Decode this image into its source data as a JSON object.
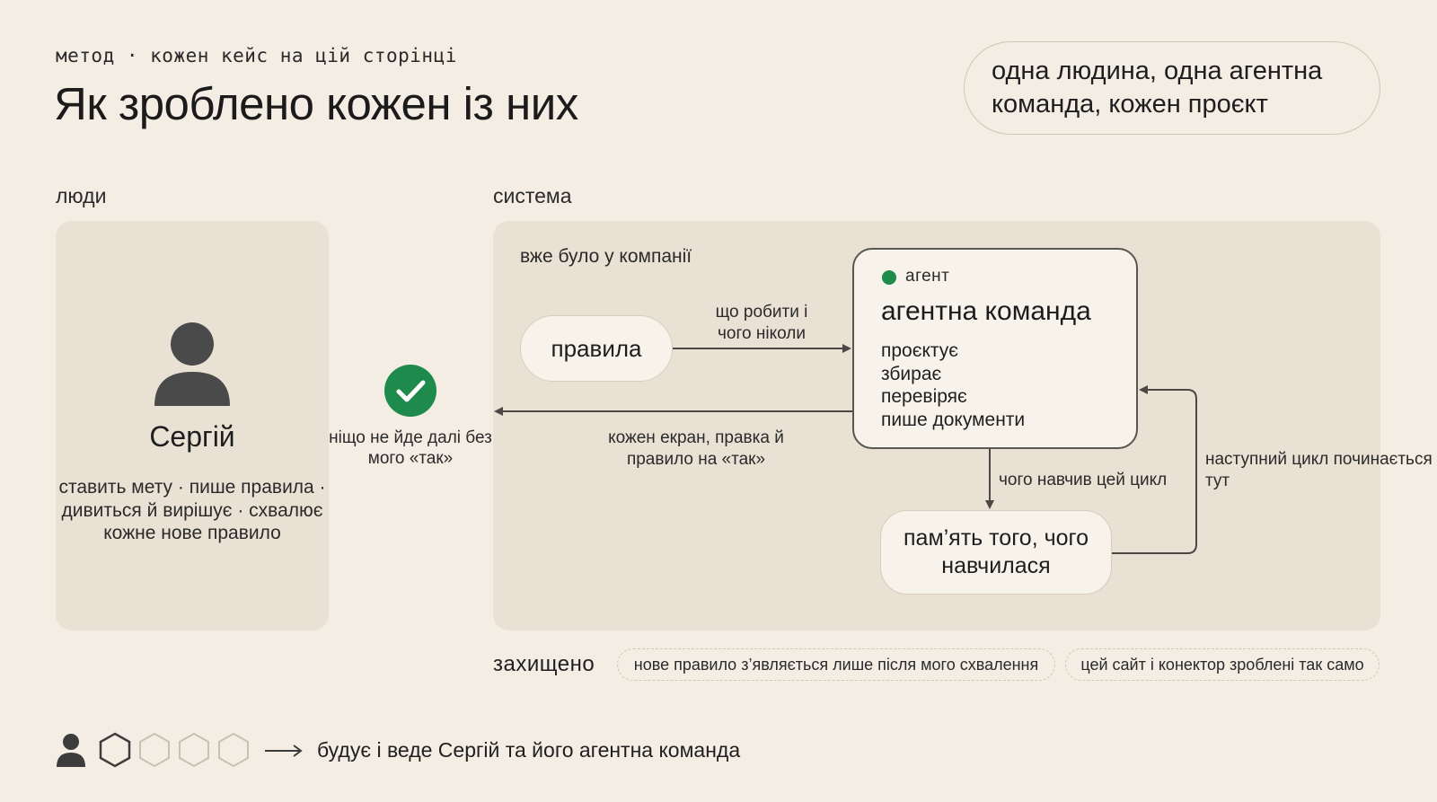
{
  "header": {
    "eyebrow": "метод · кожен кейс на цій сторінці",
    "title": "Як зроблено кожен із них",
    "tagline": "одна людина, одна агентна команда, кожен проєкт"
  },
  "people": {
    "section_label": "люди",
    "name": "Сергій",
    "description": "ставить мету · пише правила · дивиться й вирішує · схвалює кожне нове правило",
    "approval_label": "ніщо не йде далі без мого «так»",
    "accent_color": "#1e8a4c"
  },
  "system": {
    "section_label": "система",
    "already_label": "вже було у компанії",
    "rules_node": "правила",
    "edge_rules_to_agent": "що робити і чого ніколи",
    "edge_agent_to_people": "кожен екран, правка й правило на «так»",
    "agent": {
      "tag": "агент",
      "title": "агентна команда",
      "tasks": [
        "проєктує",
        "збирає",
        "перевіряє",
        "пише документи"
      ]
    },
    "edge_agent_to_memory": "чого навчив цей цикл",
    "memory_node": "пам’ять того, чого навчилася",
    "edge_memory_to_agent": "наступний цикл починається тут"
  },
  "protected": {
    "label": "захищено",
    "chips": [
      "нове правило з’являється лише після мого схвалення",
      "цей сайт і конектор зроблені так само"
    ]
  },
  "footer": {
    "text": "будує і веде Сергій та його агентна команда"
  }
}
